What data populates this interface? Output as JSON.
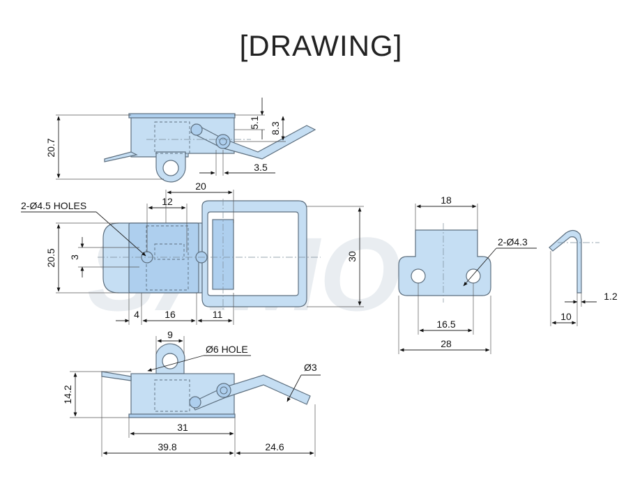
{
  "title": "[DRAWING]",
  "watermark": "SAMO",
  "dimensions": {
    "side_height": "20.7",
    "side_d1": "5.1",
    "side_d2": "8.3",
    "side_offset": "3.5",
    "top_length": "20",
    "top_spacing": "12",
    "top_holes_note": "2-Ø4.5 HOLES",
    "top_height": "20.5",
    "top_small": "3",
    "top_loop_height": "30",
    "top_b1": "4",
    "top_b2": "16",
    "top_b3": "11",
    "plate_width": "18",
    "plate_holes_note": "2-Ø4.3",
    "plate_hole_spacing": "16.5",
    "plate_length": "28",
    "profile_thickness": "1.2",
    "profile_depth": "10",
    "bottom_eye_width": "9",
    "bottom_hole_note": "Ø6 HOLE",
    "bottom_wire": "Ø3",
    "bottom_height": "14.2",
    "bottom_base": "31",
    "bottom_total": "39.8",
    "bottom_reach": "24.6"
  }
}
